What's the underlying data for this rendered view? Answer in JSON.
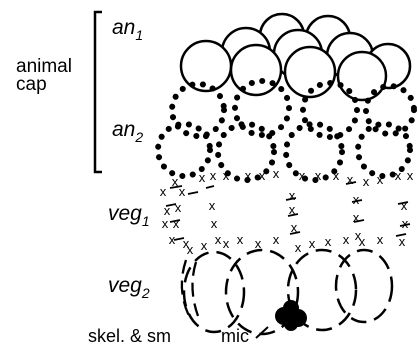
{
  "labels": {
    "animal_cap_line1": "animal",
    "animal_cap_line2": "cap",
    "an1_base": "an",
    "an1_sub": "1",
    "an2_base": "an",
    "an2_sub": "2",
    "veg1_base": "veg",
    "veg1_sub": "1",
    "veg2_base": "veg",
    "veg2_sub": "2",
    "skel": "skel. & sm",
    "mic": "mic"
  },
  "colors": {
    "ink": "#000000",
    "cell_fill": "#ffffff"
  }
}
